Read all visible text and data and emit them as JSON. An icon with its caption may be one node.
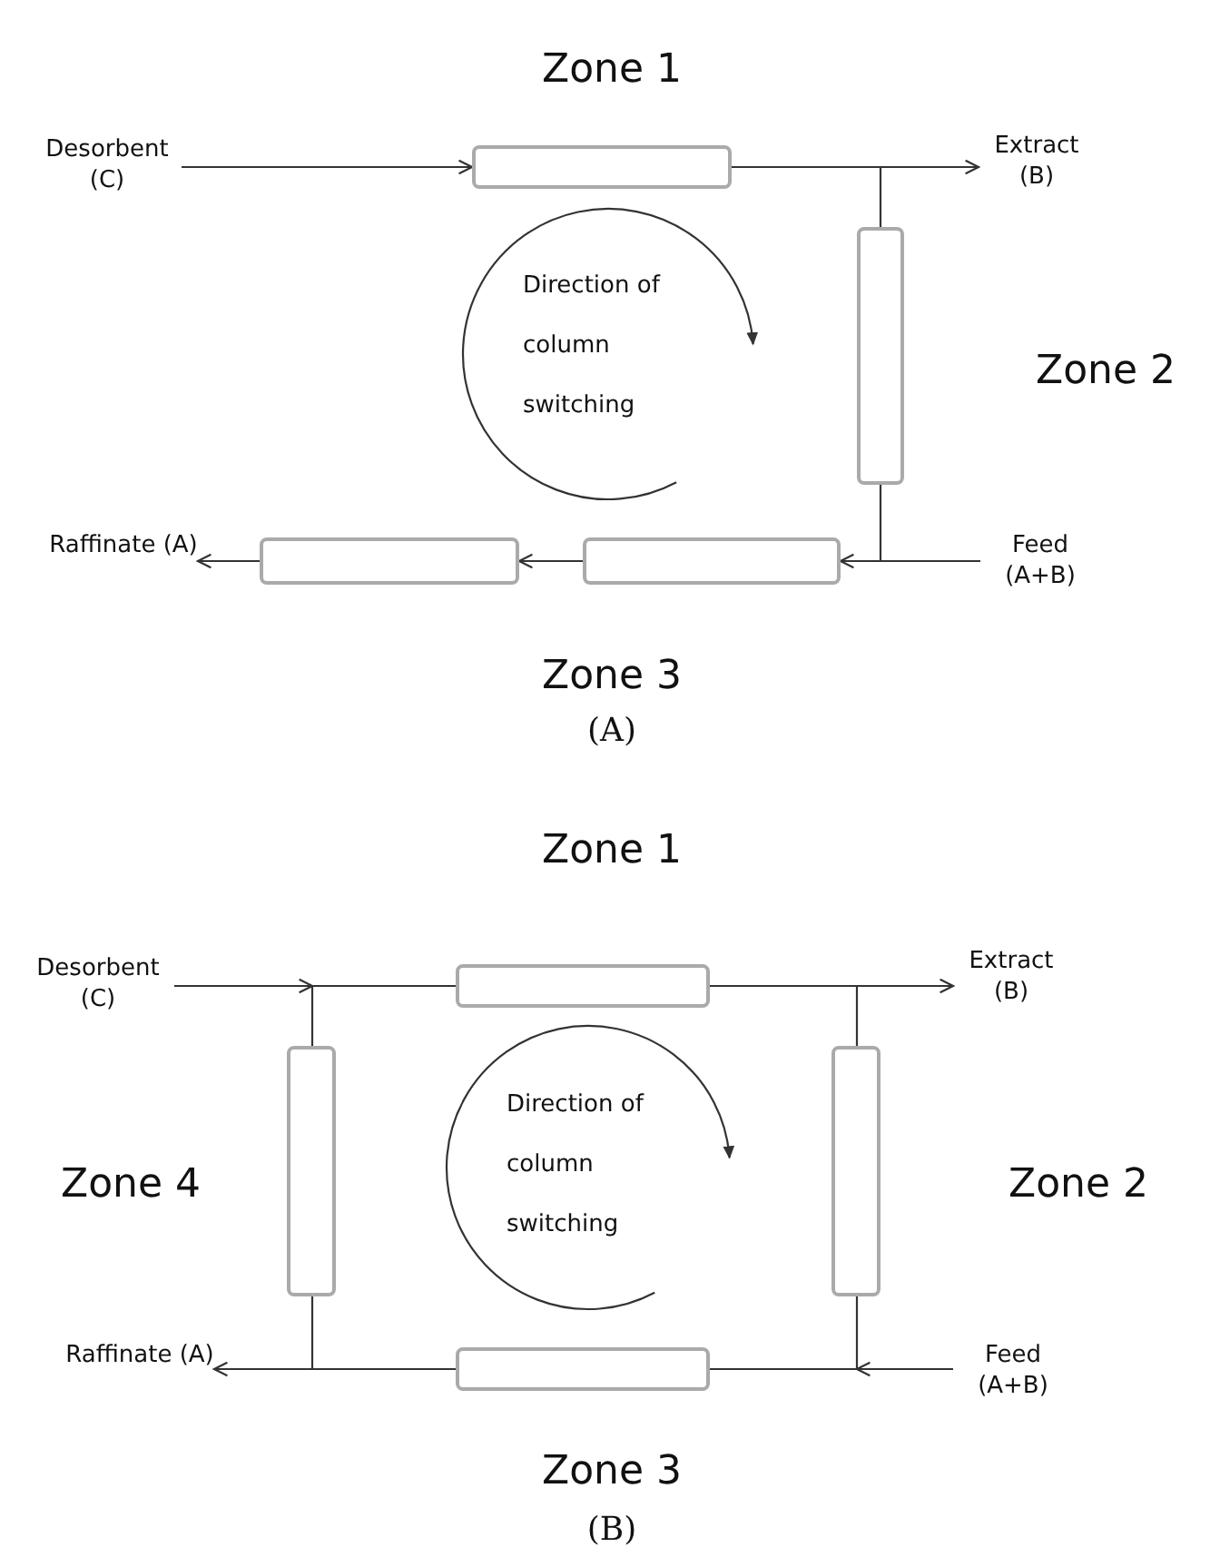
{
  "diagram": {
    "nodes": [
      {
        "text": [
          "Desorbent (C)"
        ]
      },
      {
        "text": [],
        "shape": "box",
        "beside": [
          "Zone 1"
        ]
      },
      {
        "text": [
          "Extract (B)"
        ]
      },
      {
        "text": [],
        "shape": "box",
        "beside": [
          "Zone 2"
        ]
      },
      {
        "text": [
          "Raffinate (A)"
        ]
      },
      {
        "text": [],
        "shape": "box"
      },
      {
        "text": [],
        "shape": "box"
      },
      {
        "text": [
          "Feed (A+B)"
        ]
      },
      {
        "text": [
          "Desorbent (C)"
        ]
      },
      {
        "text": [],
        "shape": "box",
        "beside": [
          "Zone 1"
        ]
      },
      {
        "text": [
          "Extract (B)"
        ]
      },
      {
        "text": [],
        "shape": "box",
        "beside": [
          "Zone 4"
        ]
      },
      {
        "text": [],
        "shape": "box",
        "beside": [
          "Zone 2"
        ]
      },
      {
        "text": [
          "Raffinate (A)"
        ]
      },
      {
        "text": [],
        "shape": "box",
        "beside": [
          "Zone 3"
        ]
      },
      {
        "text": [
          "Feed (A+B)"
        ]
      }
    ],
    "edges": [
      {
        "from": 0,
        "to": 1,
        "arrow": "to"
      },
      {
        "from": 1,
        "to": 2,
        "arrow": "to"
      },
      {
        "from": 1,
        "to": 3,
        "arrow": "none"
      },
      {
        "from": 7,
        "to": 6,
        "arrow": "to"
      },
      {
        "from": 3,
        "to": 6,
        "arrow": "none"
      },
      {
        "from": 6,
        "to": 5,
        "arrow": "to"
      },
      {
        "from": 5,
        "to": 4,
        "arrow": "to"
      },
      {
        "from": 8,
        "to": null,
        "arrow": "to"
      },
      {
        "from": 11,
        "to": 9,
        "arrow": "none"
      },
      {
        "from": 9,
        "to": 10,
        "arrow": "to"
      },
      {
        "from": 9,
        "to": 12,
        "arrow": "none"
      },
      {
        "from": 15,
        "to": null,
        "arrow": "to"
      },
      {
        "from": 12,
        "to": 14,
        "arrow": "none"
      },
      {
        "from": 14,
        "to": 13,
        "arrow": "to"
      },
      {
        "from": 11,
        "to": 14,
        "arrow": "none"
      }
    ],
    "labels": [
      "Direction of column switching",
      "Zone 3",
      "(A)",
      "Direction of column switching",
      "(B)"
    ]
  }
}
